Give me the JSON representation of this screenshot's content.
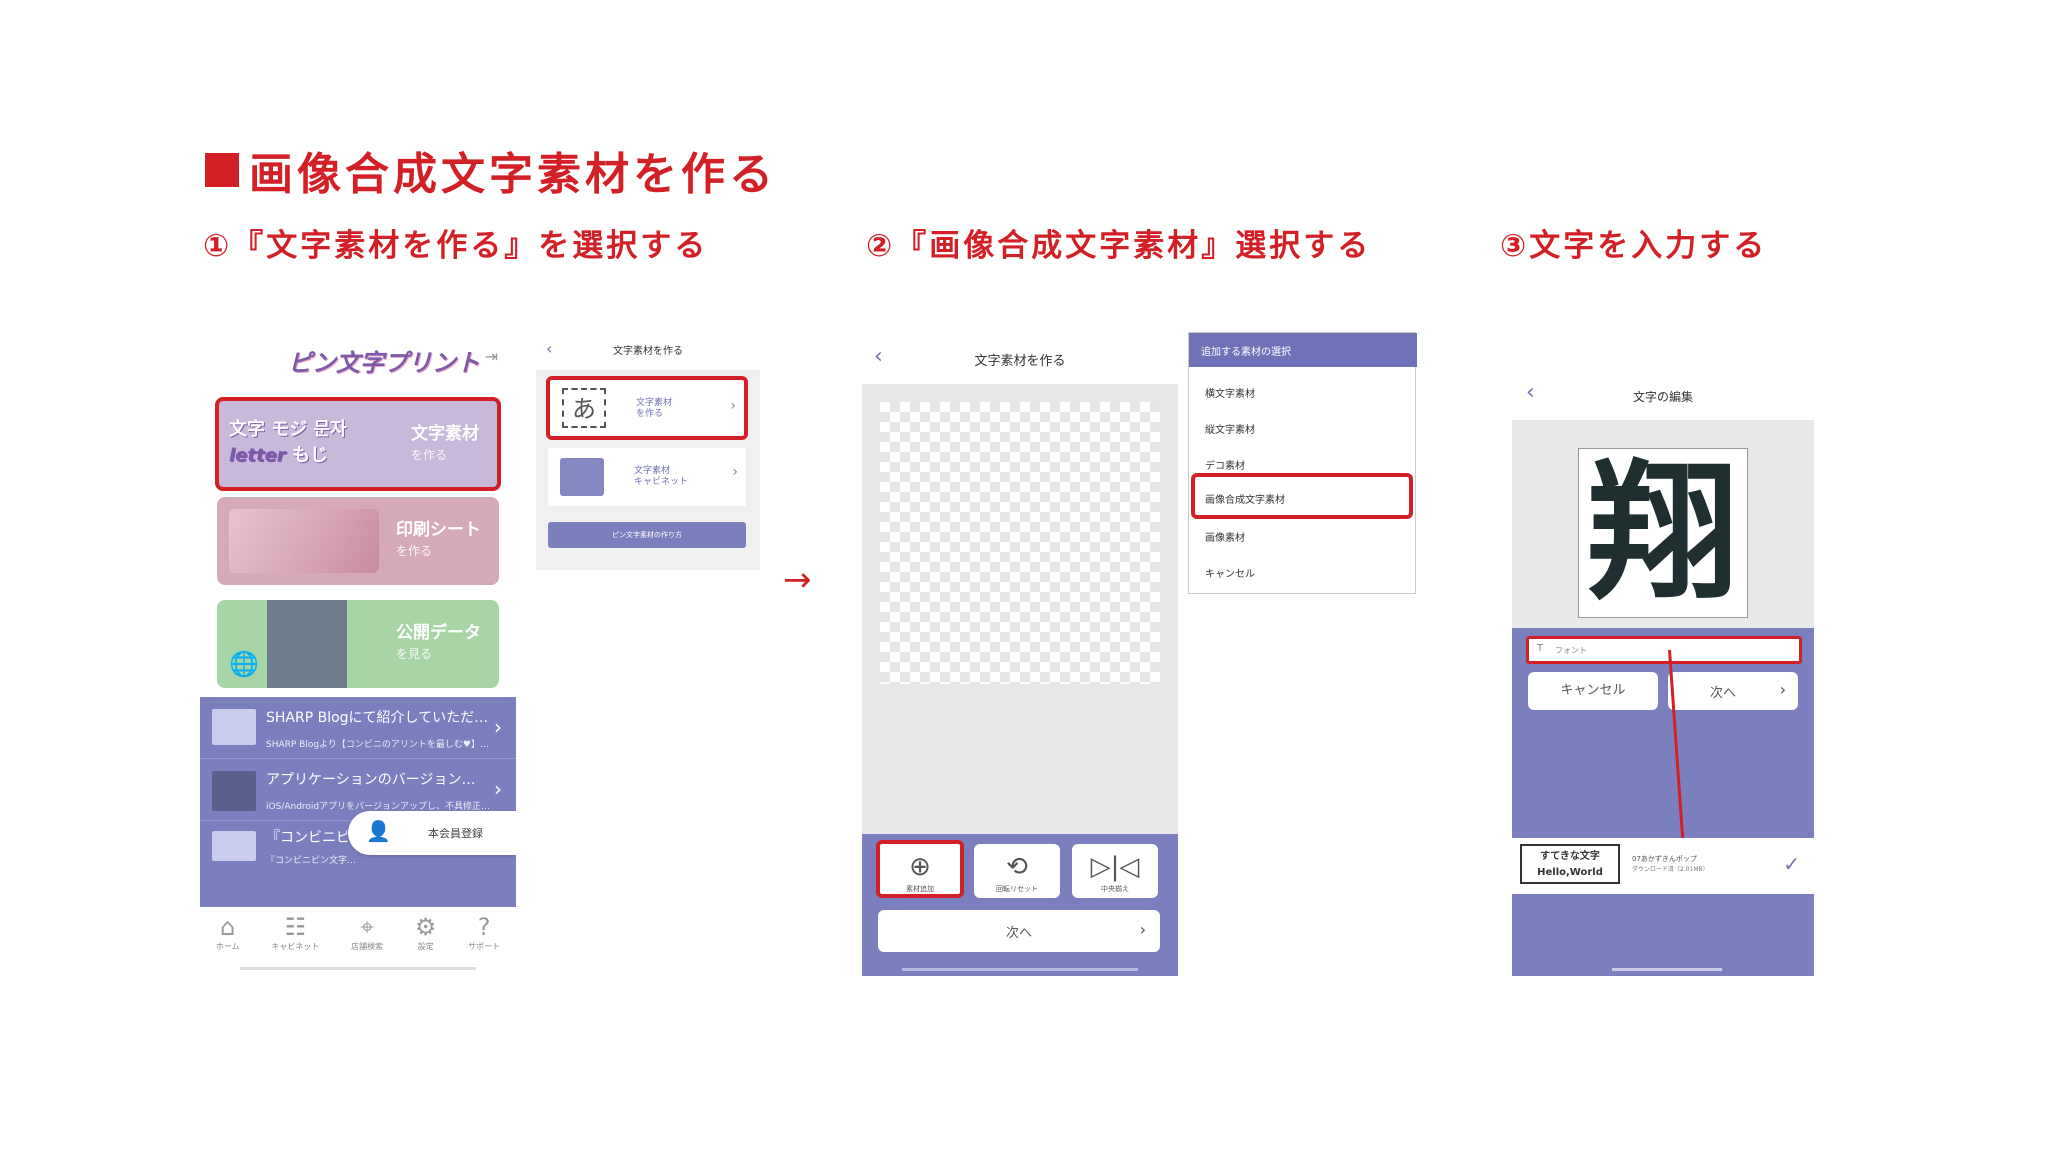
{
  "main_title": "画像合成文字素材を作る",
  "steps": [
    "①『文字素材を作る』を選択する",
    "②『画像合成文字素材』選択する",
    "③文字を入力する"
  ],
  "arrow": "→",
  "screen1": {
    "logo": "ピン文字プリント",
    "menu_cards": [
      {
        "label": "文字素材",
        "sub": "を作る"
      },
      {
        "label": "印刷シート",
        "sub": "を作る"
      },
      {
        "label": "公開データ",
        "sub": "を見る"
      }
    ],
    "news": [
      {
        "title": "SHARP Blogにて紹介していただ…",
        "sub": "SHARP Blogより【コンビニのアリントを最しむ♥】…"
      },
      {
        "title": "アプリケーションのバージョン…",
        "sub": "iOS/Androidアプリをバージョンアップし、不具修正…"
      },
      {
        "title": "『コンビニピン文字プリント』…",
        "sub": "『コンビニピン文字…"
      }
    ],
    "member_button": "本会員登録",
    "nav": [
      "ホーム",
      "キャビネット",
      "店舗検索",
      "設定",
      "サポート"
    ]
  },
  "screen1b": {
    "header": "文字素材を作る",
    "options": [
      {
        "label": "文字素材\nを作る",
        "icon": "あ"
      },
      {
        "label": "文字素材\nキャビネット"
      }
    ],
    "howto_button": "ピン文字素材の作り方"
  },
  "screen2": {
    "header": "文字素材を作る",
    "tools": [
      "素材追加",
      "回転リセット",
      "中央揃え"
    ],
    "next": "次へ"
  },
  "screen2b": {
    "header": "追加する素材の選択",
    "items": [
      "横文字素材",
      "縦文字素材",
      "デコ素材",
      "画像合成文字素材",
      "画像素材",
      "キャンセル"
    ]
  },
  "screen3": {
    "header": "文字の編集",
    "preview_char": "翔",
    "font_label": "フォント",
    "cancel": "キャンセル",
    "next": "次へ",
    "font_sample_line1": "すてきな文字",
    "font_sample_line2": "Hello,World",
    "font_name": "07あかずきんポップ",
    "font_size": "ダウンロード済（2.01MB）"
  },
  "colors": {
    "accent": "#d32027",
    "lavender": "#7c7fbe",
    "header_purple": "#6f72b6"
  }
}
